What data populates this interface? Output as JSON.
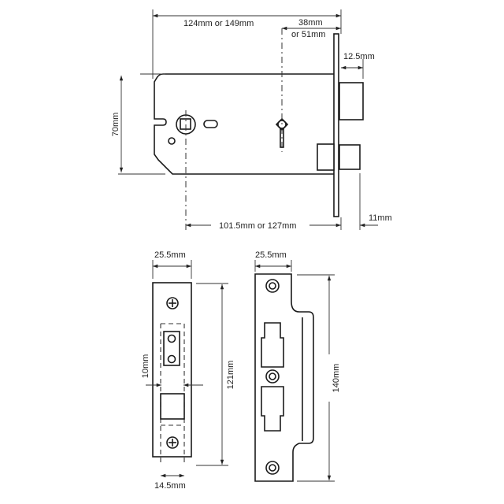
{
  "diagram": {
    "subject": "Mortice sash lock technical drawing",
    "colors": {
      "line": "#1a1a1a",
      "text": "#222222",
      "background": "#ffffff"
    },
    "side_view": {
      "dimensions": {
        "overall_length": "124mm or 149mm",
        "backset": "38mm",
        "backset_alt": "or 51mm",
        "bolt_projection": "12.5mm",
        "height": "70mm",
        "centres": "101.5mm or 127mm",
        "latch_projection": "11mm"
      }
    },
    "forend_view": {
      "dimensions": {
        "width": "25.5mm",
        "height": "121mm",
        "latch_width": "10mm",
        "case_width": "14.5mm"
      }
    },
    "strike_plate_view": {
      "dimensions": {
        "width": "25.5mm",
        "height": "140mm"
      }
    }
  }
}
